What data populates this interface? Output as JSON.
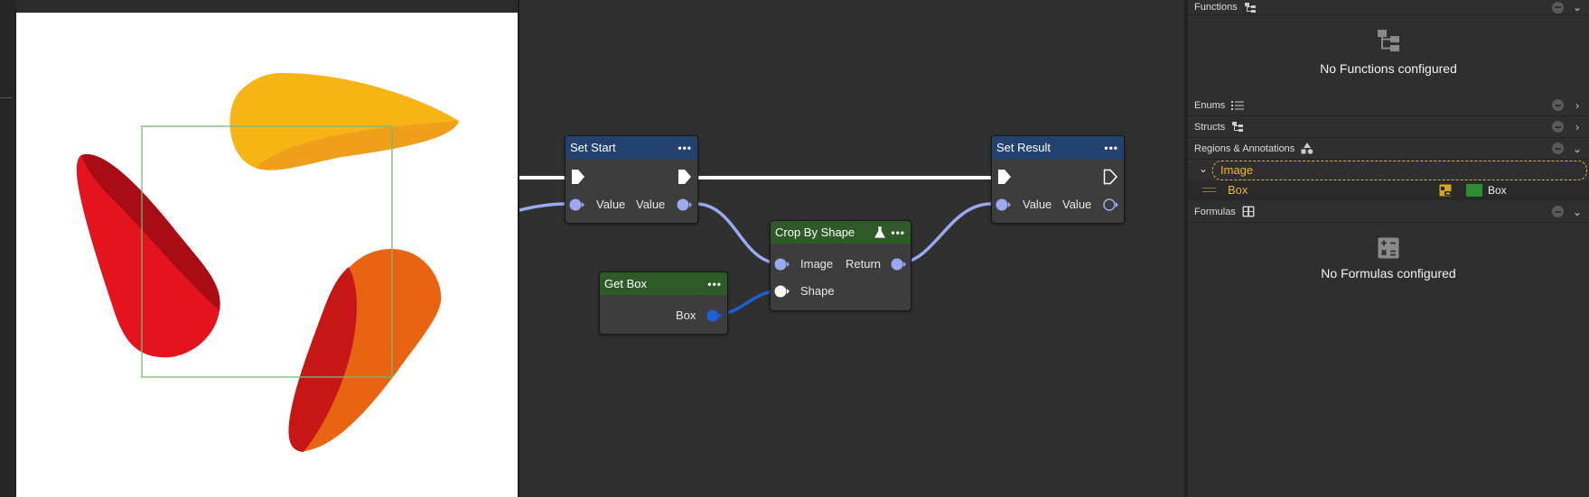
{
  "viewer": {
    "shapes": [
      {
        "name": "yellow-petal",
        "color": "#f6b514",
        "shade": "#f09f1c"
      },
      {
        "name": "red-petal",
        "color": "#e4141f",
        "shade": "#a80c14"
      },
      {
        "name": "orange-petal",
        "color": "#e86312",
        "shade": "#c61616"
      }
    ],
    "box_color": "#78b878"
  },
  "graph": {
    "nodes": {
      "set_start": {
        "title": "Set Start",
        "in_label": "Value",
        "out_label": "Value"
      },
      "crop_by_shape": {
        "title": "Crop By Shape",
        "image_label": "Image",
        "return_label": "Return",
        "shape_label": "Shape",
        "icon": "flask-icon"
      },
      "get_box": {
        "title": "Get Box",
        "box_label": "Box"
      },
      "set_result": {
        "title": "Set Result",
        "in_label": "Value",
        "out_label": "Value"
      }
    },
    "colors": {
      "exec": "#ffffff",
      "value": "#9aa9f0",
      "box": "#1e5ed8",
      "shape": "#ffffff"
    }
  },
  "panel": {
    "functions": {
      "title": "Functions",
      "empty": "No Functions configured",
      "icon": "hierarchy-icon"
    },
    "enums": {
      "title": "Enums",
      "icon": "list-icon"
    },
    "structs": {
      "title": "Structs",
      "icon": "hierarchy-icon"
    },
    "regions": {
      "title": "Regions & Annotations",
      "icon": "shapes-icon",
      "group": "Image",
      "items": [
        {
          "name": "Box",
          "type_label": "Box",
          "color": "#2f8a34"
        }
      ]
    },
    "formulas": {
      "title": "Formulas",
      "empty": "No Formulas configured",
      "icon": "calculator-icon"
    }
  }
}
